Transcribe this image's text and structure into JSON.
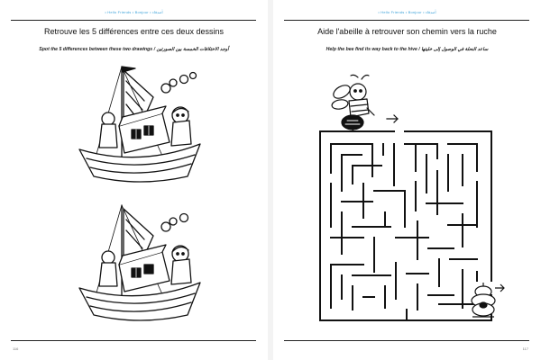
{
  "left_page": {
    "running_header": "• Hello Friends • Bonjour • أصدقاء",
    "title": "Retrouve les 5 différences entre ces deux dessins",
    "subtitle": "Spot the 5 differences between these two drawings / أوجد الاختلافات الخمسة بين الصورتين",
    "page_number": "116",
    "illustration_top": "boat-drawing",
    "illustration_bottom": "boat-drawing"
  },
  "right_page": {
    "running_header": "• Hello Friends • Bonjour • أصدقاء",
    "title": "Aide l'abeille à retrouver son chemin vers la ruche",
    "subtitle": "Help the bee find its way back to the hive / ساعد النحلة في الوصول إلى خليتها",
    "page_number": "117",
    "illustration_bee": "bee-drawing",
    "illustration_hive": "hive-drawing"
  }
}
